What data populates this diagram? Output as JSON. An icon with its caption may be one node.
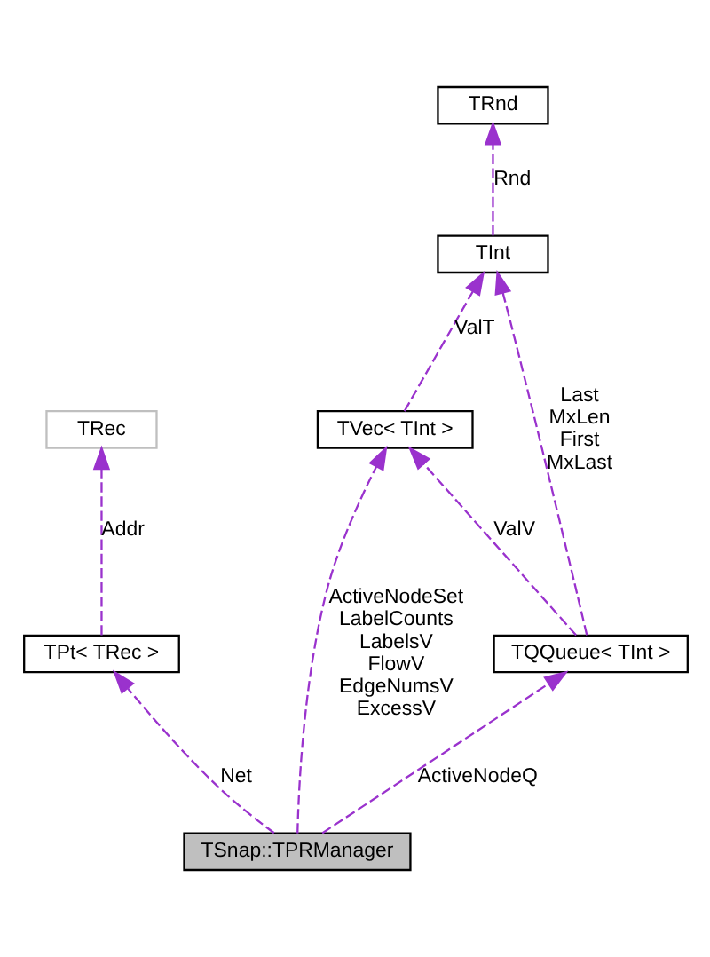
{
  "diagram": {
    "nodes": [
      {
        "text": [
          "TRnd"
        ]
      },
      {
        "text": [
          "TInt"
        ]
      },
      {
        "text": [
          "TRec"
        ]
      },
      {
        "text": [
          "TVec< TInt >"
        ]
      },
      {
        "text": [
          "TPt< TRec >"
        ]
      },
      {
        "text": [
          "TQQueue< TInt >"
        ]
      },
      {
        "text": [
          "TSnap::TPRManager"
        ]
      }
    ],
    "edges": [
      {
        "from": 1,
        "to": 0,
        "arrow": "to",
        "label": "Rnd",
        "style": "dashed"
      },
      {
        "from": 3,
        "to": 1,
        "arrow": "to",
        "label": "ValT",
        "style": "dashed"
      },
      {
        "from": 5,
        "to": 1,
        "arrow": "to",
        "label": "Last MxLen First MxLast",
        "style": "dashed"
      },
      {
        "from": 4,
        "to": 2,
        "arrow": "to",
        "label": "Addr",
        "style": "dashed"
      },
      {
        "from": 6,
        "to": 3,
        "arrow": "to",
        "label": "ActiveNodeSet LabelCounts LabelsV FlowV EdgeNumsV ExcessV",
        "style": "dashed"
      },
      {
        "from": 5,
        "to": 3,
        "arrow": "to",
        "label": "ValV",
        "style": "dashed"
      },
      {
        "from": 6,
        "to": 4,
        "arrow": "to",
        "label": "Net",
        "style": "dashed"
      },
      {
        "from": 6,
        "to": 5,
        "arrow": "to",
        "label": "ActiveNodeQ",
        "style": "dashed"
      }
    ]
  }
}
